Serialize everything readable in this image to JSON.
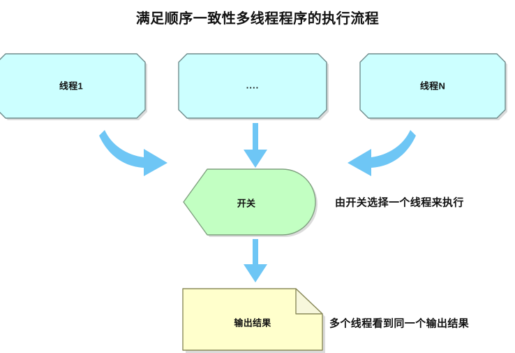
{
  "title": "满足顺序一致性多线程程序的执行流程",
  "colors": {
    "thread_fill": "#CCFFFF",
    "thread_stroke": "#6E8B8B",
    "switch_fill": "#C2FFC2",
    "switch_stroke": "#7FA07F",
    "output_fill": "#FFFFCC",
    "output_stroke": "#8A8A5A",
    "arrow": "#6EC6F5",
    "shadow": "#B5B5B5",
    "text": "#111111",
    "background": "#FFFFFF"
  },
  "nodes": {
    "thread_first": {
      "label": "线程1",
      "shape": "chamfered-rect",
      "fill": "#CCFFFF"
    },
    "thread_ellipsis": {
      "label": "....",
      "shape": "chamfered-rect",
      "fill": "#CCFFFF"
    },
    "thread_last": {
      "label": "线程N",
      "shape": "chamfered-rect",
      "fill": "#CCFFFF"
    },
    "switch": {
      "label": "开关",
      "shape": "delay-hexagon",
      "fill": "#C2FFC2"
    },
    "output": {
      "label": "输出结果",
      "shape": "folded-note",
      "fill": "#FFFFCC"
    }
  },
  "annotations": {
    "switch_note": "由开关选择一个线程来执行",
    "output_note": "多个线程看到同一个输出结果"
  },
  "arrows": [
    {
      "name": "thread-first-to-switch",
      "style": "curved-right-down",
      "color": "#6EC6F5"
    },
    {
      "name": "thread-ellipsis-to-switch",
      "style": "straight-down",
      "color": "#6EC6F5"
    },
    {
      "name": "thread-last-to-switch",
      "style": "curved-left-down",
      "color": "#6EC6F5"
    },
    {
      "name": "switch-to-output",
      "style": "straight-down",
      "color": "#6EC6F5"
    }
  ]
}
